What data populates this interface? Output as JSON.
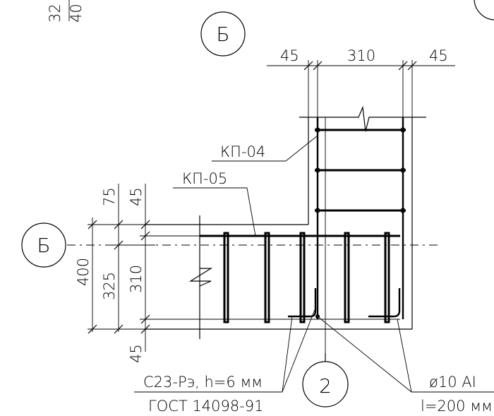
{
  "section_marks": {
    "top": "Б",
    "left": "Б"
  },
  "dims_top": [
    "45",
    "310",
    "45"
  ],
  "dims_left": [
    "75",
    "45",
    "400",
    "325",
    "310",
    "45"
  ],
  "top_left_fragments": [
    "32",
    "40"
  ],
  "callouts": {
    "kp04": "КП-04",
    "kp05": "КП-05",
    "detail_number": "2",
    "weld_line1": "С23-Рэ, h=6 мм",
    "weld_line2": "ГОСТ 14098-91",
    "bar_line1": "ø10 AI",
    "bar_line2": "l=200 мм"
  }
}
